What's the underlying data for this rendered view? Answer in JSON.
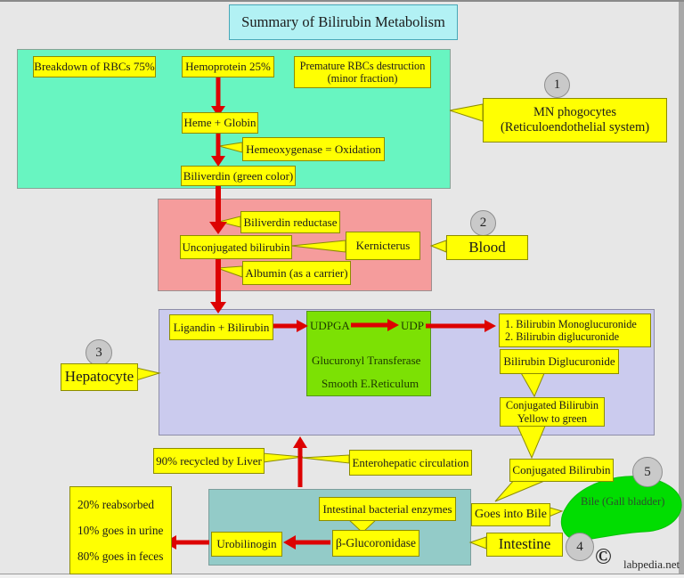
{
  "title": "Summary of Bilirubin Metabolism",
  "colors": {
    "bg": "#e7e7e7",
    "bg-bottom": "#f1f1f1",
    "frame": "#8a8a8a",
    "title-fill": "#b2f1f4",
    "title-border": "#48a8b8",
    "mint-fill": "#68f5c1",
    "mint-border": "#86a396",
    "pink-fill": "#f59c9c",
    "pink-border": "#9c8f8f",
    "lavender-fill": "#cbcbee",
    "lavender-border": "#8d8da8",
    "enzyme-fill": "#7ce104",
    "enzyme-border": "#55951c",
    "teal-fill": "#93cbc8",
    "teal-border": "#7d9e9c",
    "label-fill": "#ffff02",
    "label-border": "#8c8c00",
    "circle-fill": "#c9c9c9",
    "circle-border": "#8f8f8f",
    "arrow": "#dd0202",
    "blob-fill": "#01dd01",
    "blob-border": "#07c107",
    "ink": "#1c1c1c",
    "bile-ink": "#2d4d2d"
  },
  "steps": {
    "s1": "1",
    "s2": "2",
    "s3": "3",
    "s4": "4",
    "s5": "5"
  },
  "rbc": {
    "breakdown": "Breakdown of RBCs 75%",
    "hemoprotein": "Hemoprotein 25%",
    "premature1": "Premature RBCs destruction",
    "premature2": "(minor fraction)",
    "heme_globin": "Heme + Globin",
    "hemeoxygenase": "Hemeoxygenase = Oxidation",
    "biliverdin": "Biliverdin (green color)"
  },
  "callouts": {
    "mn1": "MN phogocytes",
    "mn2": "(Reticuloendothelial system)",
    "blood": "Blood",
    "hepatocyte": "Hepatocyte",
    "intestine": "Intestine"
  },
  "blood_sec": {
    "reductase": "Biliverdin reductase",
    "unconjugated": "Unconjugated bilirubin",
    "kernicterus": "Kernicterus",
    "albumin": "Albumin (as a carrier)"
  },
  "hepatocyte_sec": {
    "ligandin": "Ligandin + Bilirubin",
    "udpga": "UDPGA",
    "udp": "UDP",
    "glucuronyl": "Glucuronyl Transferase",
    "smooth_er": "Smooth E.Reticulum",
    "products1": "1. Bilirubin Monoglucuronide",
    "products2": "2. Bilirubin diglucuronide",
    "diglucuronide": "Bilirubin Diglucuronide",
    "conjugated1": "Conjugated Bilirubin",
    "conjugated2": "Yellow to green"
  },
  "circulation": {
    "recycled": "90% recycled by Liver",
    "enterohepatic": "Enterohepatic circulation",
    "conjugated": "Conjugated Bilirubin",
    "goes_into_bile": "Goes into Bile",
    "bile": "Bile  (Gall bladder)"
  },
  "intestine_sec": {
    "bacterial": "Intestinal bacterial enzymes",
    "urobilinogin": "Urobilinogin",
    "glucoronidase": "β-Glucoronidase",
    "fates": [
      "20% reabsorbed",
      "10% goes in urine",
      "80% goes in feces"
    ]
  },
  "footer": {
    "copyright": "©",
    "site": "labpedia.net"
  }
}
